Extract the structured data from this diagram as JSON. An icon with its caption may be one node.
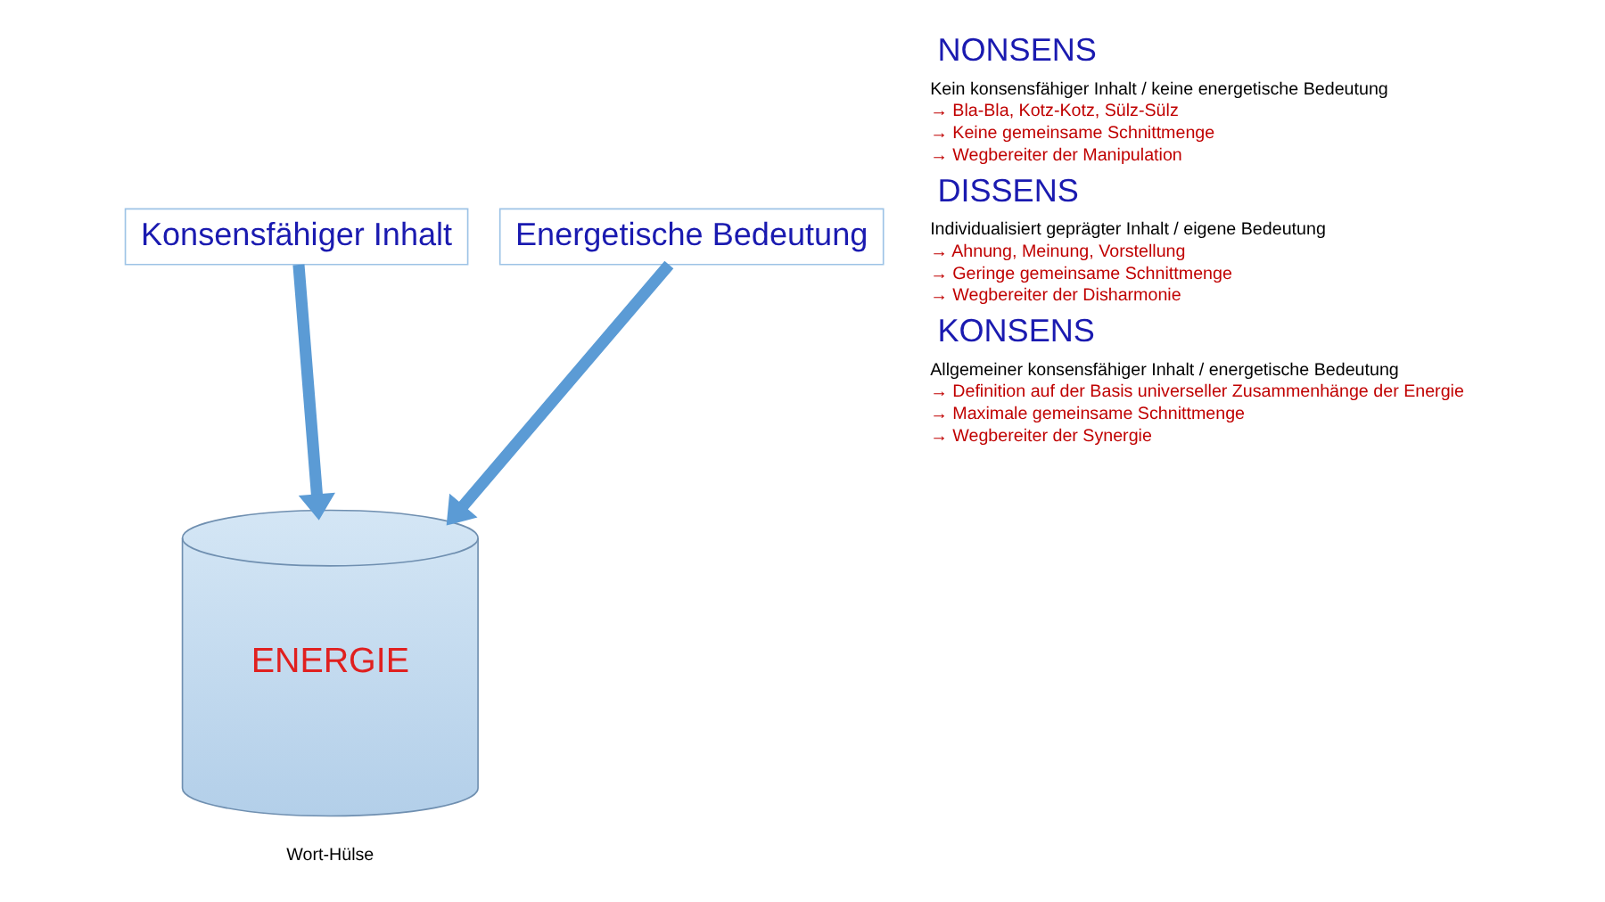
{
  "diagram": {
    "nodes": [
      {
        "text": [
          "Konsensfähiger Inhalt"
        ]
      },
      {
        "text": [
          "Energetische Bedeutung"
        ]
      },
      {
        "text": [
          "ENERGIE"
        ],
        "beside": [
          "Wort-Hülse"
        ]
      }
    ],
    "edges": [
      {
        "from": 0,
        "to": 2,
        "arrow": "to"
      },
      {
        "from": 1,
        "to": 2,
        "arrow": "to"
      }
    ],
    "labels": [
      "NONSENS",
      "Kein konsensfähiger Inhalt / keine energetische Bedeutung",
      "→ Bla-Bla, Kotz-Kotz, Sülz-Sülz",
      "→ Keine gemeinsame Schnittmenge",
      "→ Wegbereiter der Manipulation",
      "DISSENS",
      "Individualisiert geprägter Inhalt / eigene Bedeutung",
      "→ Ahnung, Meinung, Vorstellung",
      "→ Geringe gemeinsame Schnittmenge",
      "→ Wegbereiter der Disharmonie",
      "KONSENS",
      "Allgemeiner konsensfähiger Inhalt / energetische Bedeutung",
      "→ Definition auf der Basis universeller Zusammenhänge der Energie",
      "→ Maximale gemeinsame Schnittmenge",
      "→ Wegbereiter der Synergie"
    ]
  }
}
